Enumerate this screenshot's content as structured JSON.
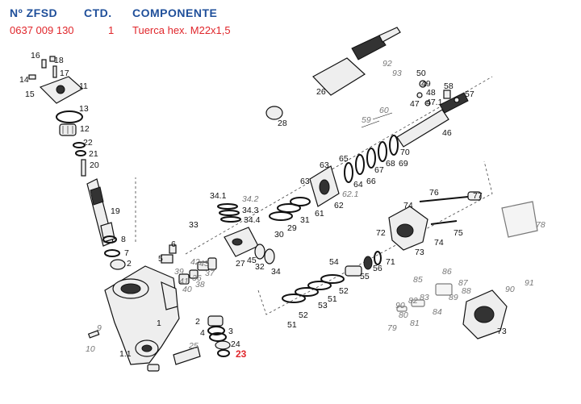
{
  "header": {
    "col_part_no": "Nº ZFSD",
    "col_qty": "CTD.",
    "col_component": "COMPONENTE"
  },
  "selected_row": {
    "part_no": "0637 009 130",
    "qty": "1",
    "component": "Tuerca hex. M22x1,5"
  },
  "highlighted_callout": "23",
  "callouts": {
    "n1": "1",
    "n1_1": "1.1",
    "n2": "2",
    "n2b": "2",
    "n3": "3",
    "n4": "4",
    "n5": "5",
    "n6": "6",
    "n7": "7",
    "n8": "8",
    "n9": "9",
    "n10": "10",
    "n11": "11",
    "n12": "12",
    "n13": "13",
    "n14": "14",
    "n15": "15",
    "n16": "16",
    "n17": "17",
    "n18": "18",
    "n19": "19",
    "n20": "20",
    "n21": "21",
    "n22": "22",
    "n23": "23",
    "n24": "24",
    "n25": "25",
    "n26": "26",
    "n27": "27",
    "n28": "28",
    "n29": "29",
    "n30": "30",
    "n31": "31",
    "n32": "32",
    "n33": "33",
    "n34_1": "34.1",
    "n34_2": "34.2",
    "n34_3": "34.3",
    "n34_4": "34.4",
    "n34": "34",
    "n36": "36",
    "n37": "37",
    "n38": "38",
    "n39": "39",
    "n40": "40",
    "n41": "41",
    "n42": "42",
    "n43": "43",
    "n45": "45",
    "n46": "46",
    "n47": "47",
    "n47_1": "47.1",
    "n48": "48",
    "n49": "49",
    "n50": "50",
    "n51a": "51",
    "n51b": "51",
    "n52a": "52",
    "n52b": "52",
    "n53": "53",
    "n54": "54",
    "n55": "55",
    "n56": "56",
    "n57": "57",
    "n58": "58",
    "n59": "59",
    "n60": "60",
    "n61": "61",
    "n62": "62",
    "n62_1": "62.1",
    "n63a": "63",
    "n63b": "63",
    "n64": "64",
    "n65": "65",
    "n66": "66",
    "n67": "67",
    "n68": "68",
    "n69": "69",
    "n70": "70",
    "n71": "71",
    "n72": "72",
    "n73a": "73",
    "n73b": "73",
    "n74a": "74",
    "n74b": "74",
    "n75": "75",
    "n76": "76",
    "n77": "77",
    "n78": "78",
    "n79": "79",
    "n80": "80",
    "n81": "81",
    "n82": "82",
    "n83": "83",
    "n84": "84",
    "n85": "85",
    "n86": "86",
    "n87": "87",
    "n88": "88",
    "n89": "89",
    "n90a": "90",
    "n90b": "90",
    "n91": "91",
    "n92": "92",
    "n93": "93"
  }
}
